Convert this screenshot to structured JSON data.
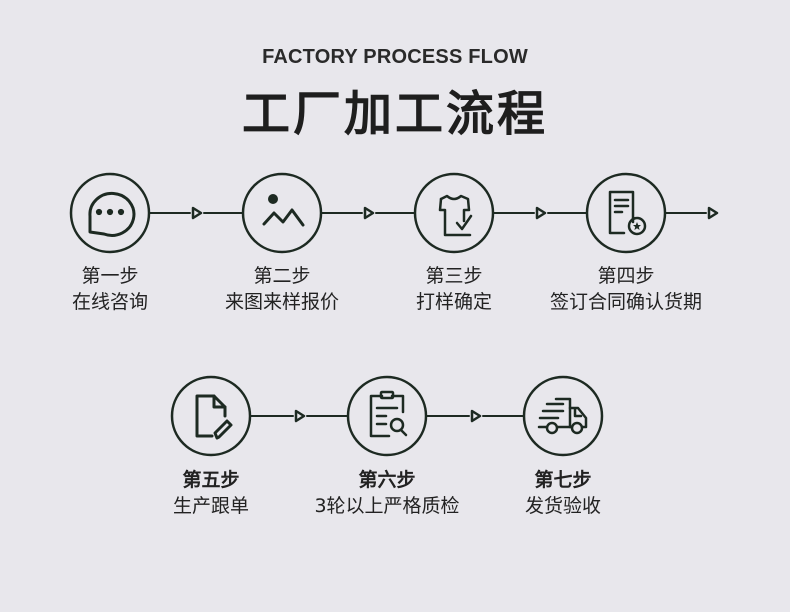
{
  "header": {
    "subtitle": "FACTORY PROCESS FLOW",
    "title": "工厂加工流程"
  },
  "colors": {
    "stroke": "#1d2a22",
    "background": "#e8e7ec"
  },
  "steps": [
    {
      "step": "第一步",
      "desc": "在线咨询",
      "icon": "chat-bubble-icon"
    },
    {
      "step": "第二步",
      "desc": "来图来样报价",
      "icon": "image-icon"
    },
    {
      "step": "第三步",
      "desc": "打样确定",
      "icon": "tshirt-check-icon"
    },
    {
      "step": "第四步",
      "desc": "签订合同确认货期",
      "icon": "contract-icon"
    },
    {
      "step": "第五步",
      "desc": "生产跟单",
      "icon": "document-edit-icon"
    },
    {
      "step": "第六步",
      "desc": "3轮以上严格质检",
      "icon": "clipboard-search-icon"
    },
    {
      "step": "第七步",
      "desc": "发货验收",
      "icon": "delivery-truck-icon"
    }
  ]
}
